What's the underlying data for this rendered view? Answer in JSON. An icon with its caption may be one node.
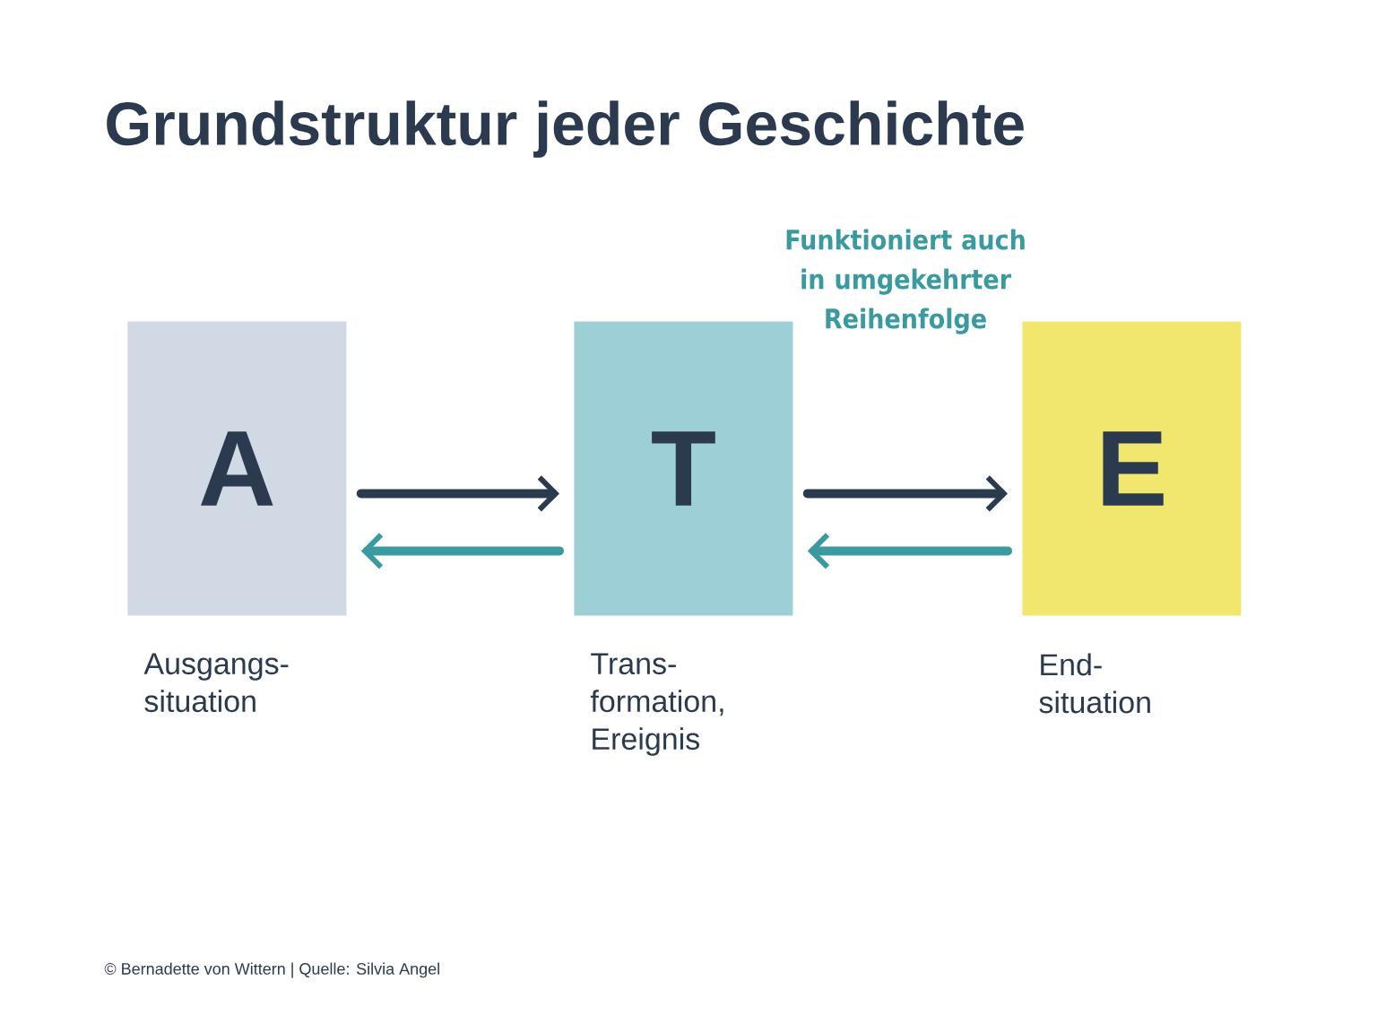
{
  "diagram": {
    "title": "Grundstruktur jeder Geschichte",
    "nodes": [
      {
        "text": [
          "A"
        ],
        "beside": [
          "Ausgangs- situation"
        ]
      },
      {
        "text": [
          "T"
        ],
        "beside": [
          "Trans- formation, Ereignis"
        ]
      },
      {
        "text": [
          "E"
        ],
        "beside": [
          "End- situation"
        ]
      }
    ],
    "edges": [
      {
        "from": 0,
        "to": 1,
        "arrow": "to",
        "color": "#2b3a4e"
      },
      {
        "from": 1,
        "to": 0,
        "arrow": "to",
        "color": "#3a9aa0"
      },
      {
        "from": 1,
        "to": 2,
        "arrow": "to",
        "color": "#2b3a4e"
      },
      {
        "from": 2,
        "to": 1,
        "arrow": "to",
        "color": "#3a9aa0"
      }
    ],
    "labels": [
      "Funktioniert auch in umgekehrter Reihenfolge",
      "© Bernadette von Wittern | Quelle: Silvia Angel"
    ]
  }
}
